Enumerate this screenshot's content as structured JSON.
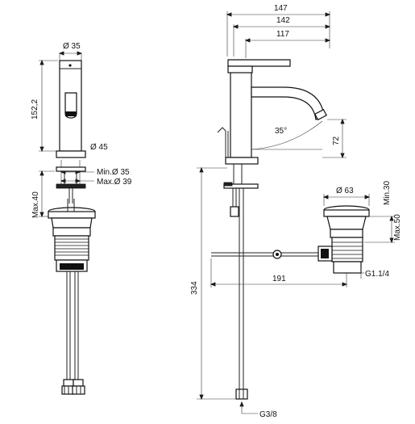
{
  "labels": {
    "front_diameter_top": "Ø 35",
    "front_height": "152,2",
    "front_diameter_base": "Ø 45",
    "front_min_hole": "Min.Ø 35",
    "front_max_hole": "Max.Ø 39",
    "front_max_thickness": "Max.40",
    "side_width_147": "147",
    "side_width_142": "142",
    "side_width_117": "117",
    "side_angle": "35°",
    "side_height_72": "72",
    "side_height_334": "334",
    "side_length_191": "191",
    "waste_diameter": "Ø 63",
    "waste_min": "Min.30",
    "waste_max": "Max.50",
    "waste_thread": "G1.1/4",
    "hose_thread": "G3/8"
  }
}
